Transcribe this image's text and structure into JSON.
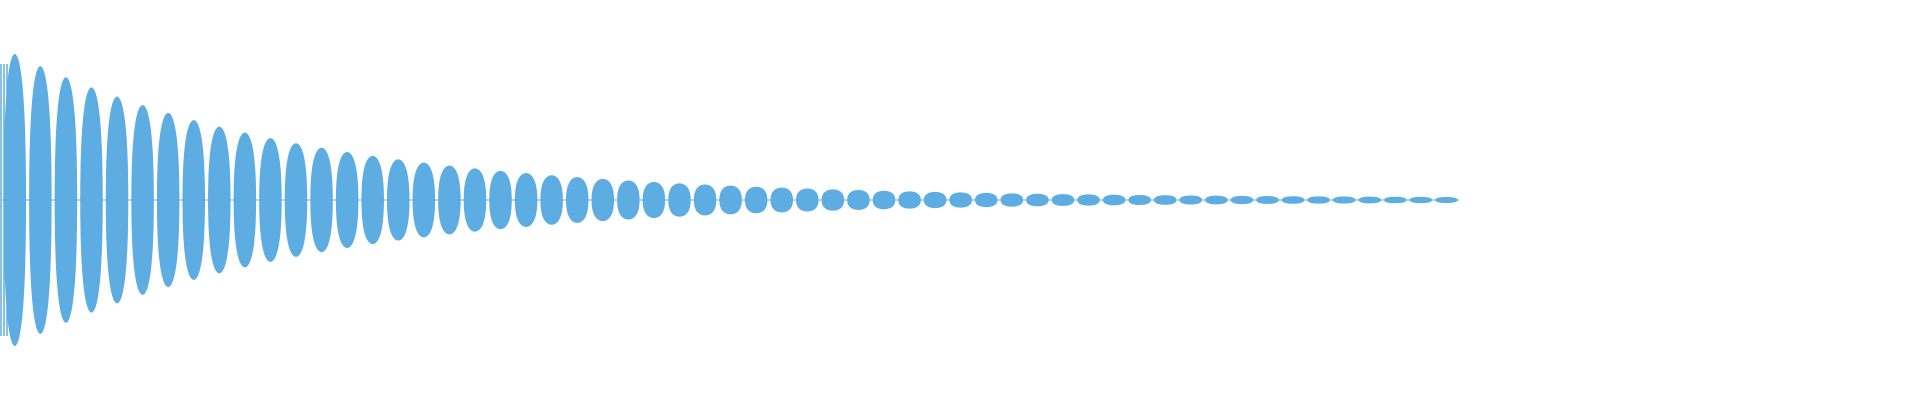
{
  "waveform": {
    "color": "#5dade2",
    "background": "#ffffff",
    "shape": "decaying-oscillation",
    "cycles": 57,
    "envelope": "exponential-decay",
    "peak_level": 0.72,
    "end_level": 0.01,
    "duration_fraction": 0.76
  }
}
